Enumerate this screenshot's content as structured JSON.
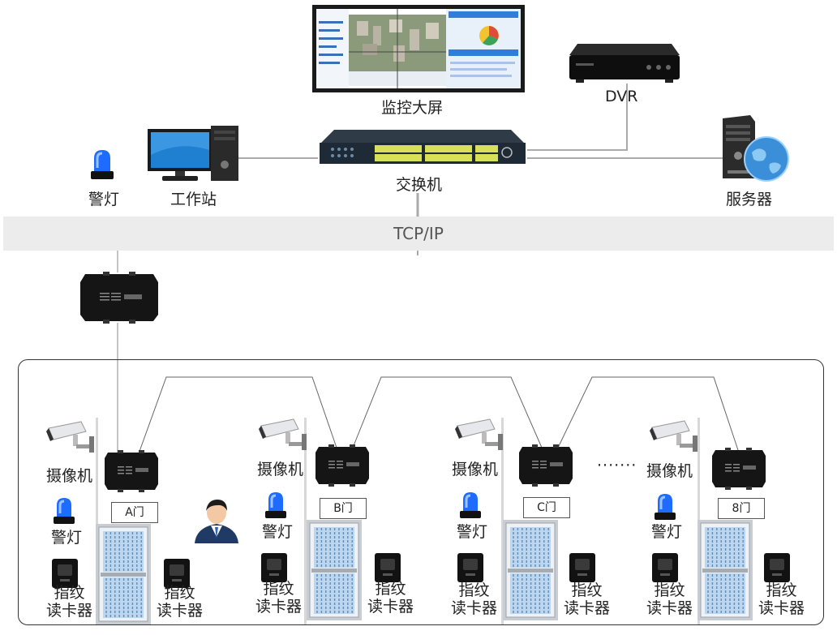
{
  "top": {
    "video_wall_label": "监控大屏",
    "dvr_label": "DVR",
    "switch_label": "交换机",
    "workstation_label": "工作站",
    "alarm_light_label": "警灯",
    "server_label": "服务器"
  },
  "network": {
    "band_label": "TCP/IP"
  },
  "doors": [
    {
      "door_label": "A门",
      "camera_label": "摄像机",
      "alarm_label": "警灯",
      "reader_left_label": "指纹\n读卡器",
      "reader_right_label": "指纹\n读卡器"
    },
    {
      "door_label": "B门",
      "camera_label": "摄像机",
      "alarm_label": "警灯",
      "reader_left_label": "指纹\n读卡器",
      "reader_right_label": "指纹\n读卡器"
    },
    {
      "door_label": "C门",
      "camera_label": "摄像机",
      "alarm_label": "警灯",
      "reader_left_label": "指纹\n读卡器",
      "reader_right_label": "指纹\n读卡器"
    },
    {
      "door_label": "8门",
      "camera_label": "摄像机",
      "alarm_label": "警灯",
      "reader_left_label": "指纹\n读卡器",
      "reader_right_label": "指纹\n读卡器"
    }
  ],
  "ellipsis": "·······",
  "colors": {
    "switch_body": "#1e2a36",
    "switch_ports": "#d8e05a",
    "controller_body": "#151515",
    "alarm_blue": "#1e6cff",
    "screen_blue": "#2d7fd9",
    "band_gray": "#ececec",
    "link_gray": "#aaaaaa"
  },
  "icons": [
    "video-wall-icon",
    "dvr-icon",
    "switch-icon",
    "workstation-icon",
    "alarm-light-icon",
    "server-icon",
    "controller-icon",
    "camera-icon",
    "fingerprint-reader-icon",
    "door-icon",
    "person-icon"
  ]
}
